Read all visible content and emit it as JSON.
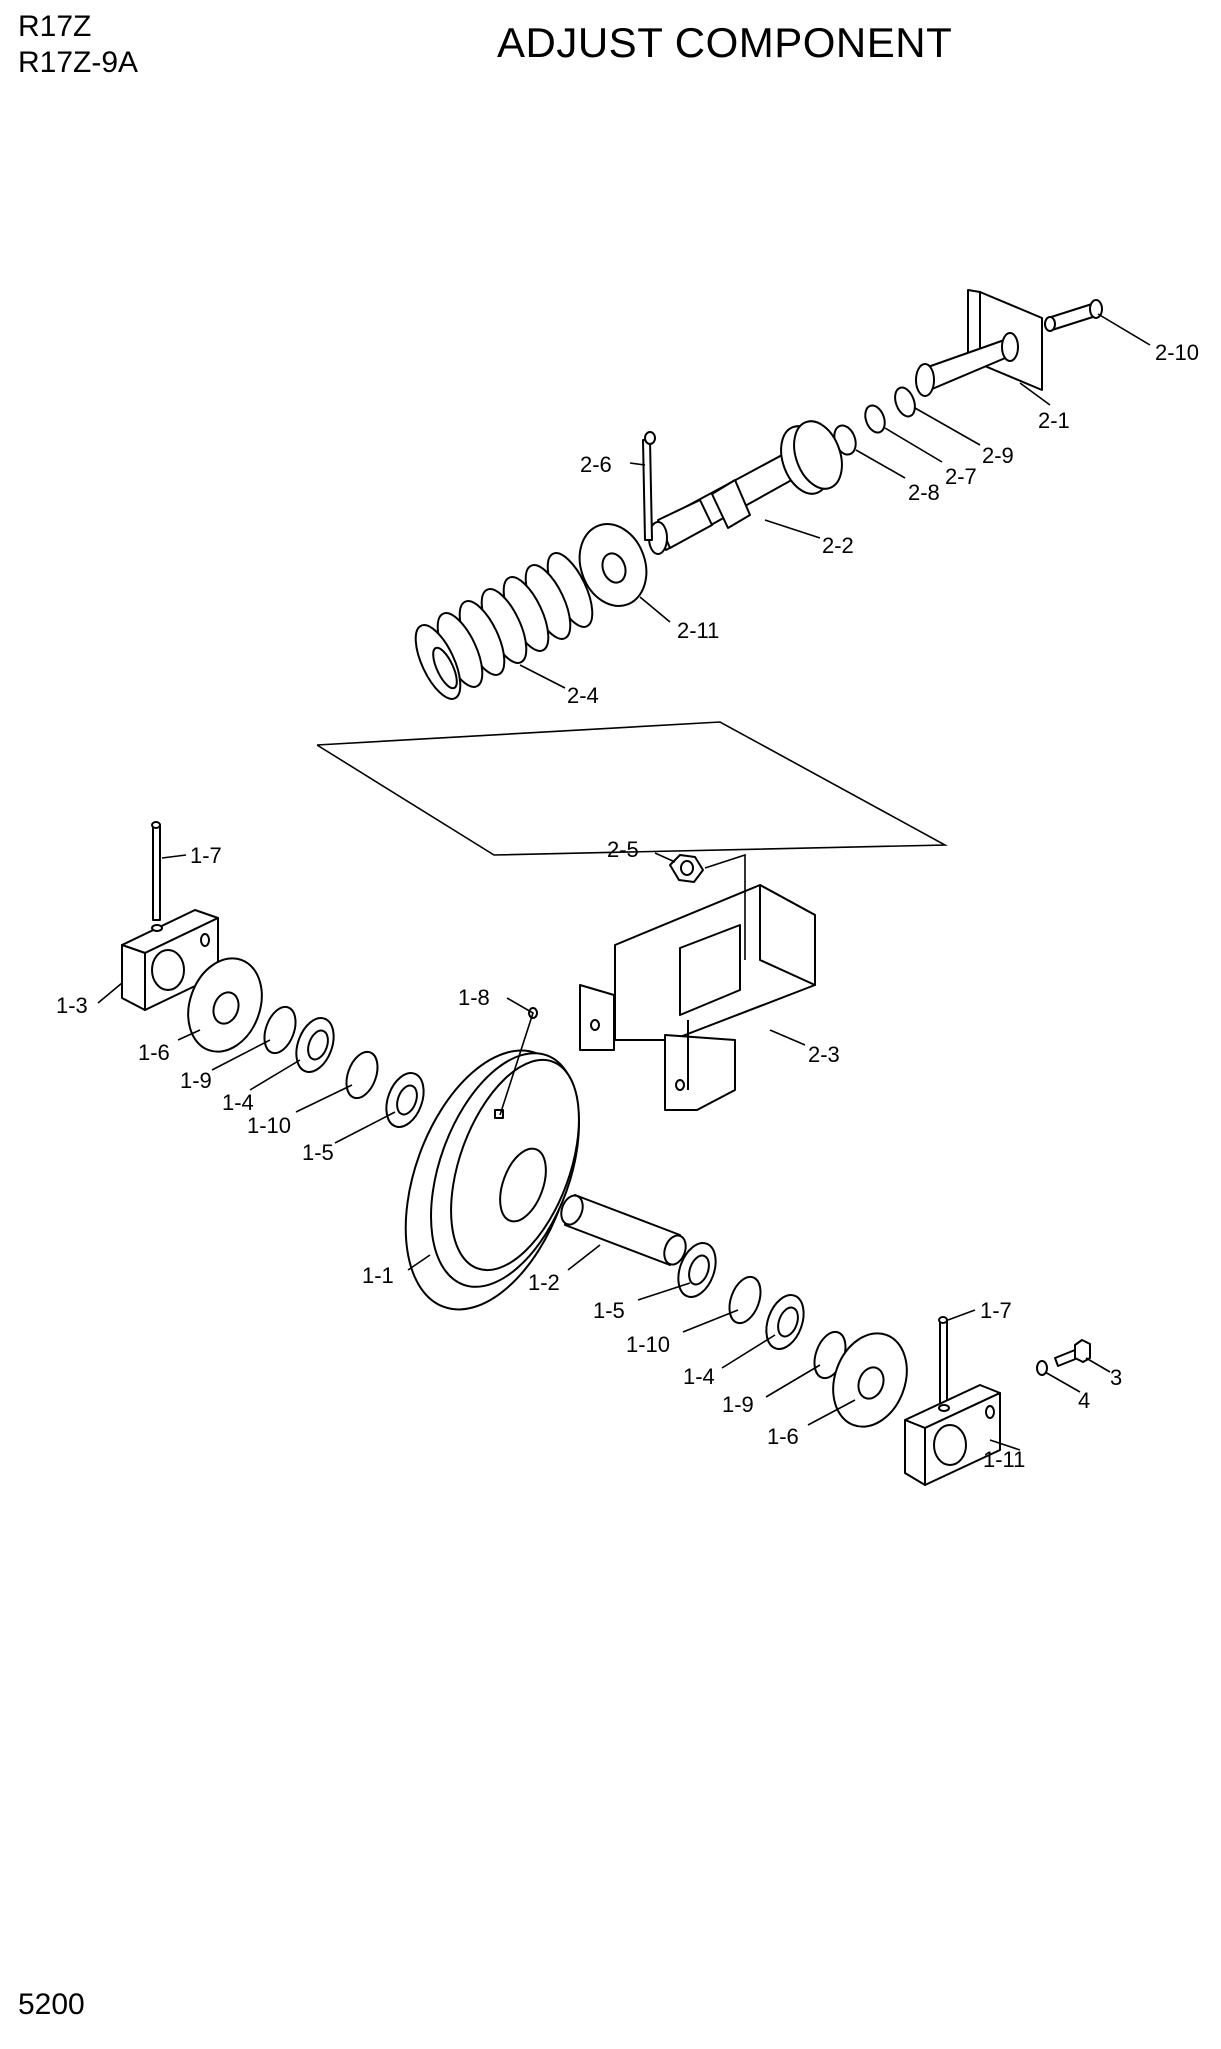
{
  "header": {
    "models": [
      "R17Z",
      "R17Z-9A"
    ],
    "title": "ADJUST COMPONENT"
  },
  "page_number": "5200",
  "callouts": {
    "p2_10": "2-10",
    "p2_1": "2-1",
    "p2_9": "2-9",
    "p2_7": "2-7",
    "p2_8": "2-8",
    "p2_6": "2-6",
    "p2_2": "2-2",
    "p2_11": "2-11",
    "p2_4": "2-4",
    "p2_5": "2-5",
    "p2_3": "2-3",
    "p1_7a": "1-7",
    "p1_3": "1-3",
    "p1_6a": "1-6",
    "p1_9a": "1-9",
    "p1_4a": "1-4",
    "p1_10a": "1-10",
    "p1_5a": "1-5",
    "p1_8": "1-8",
    "p1_1": "1-1",
    "p1_2": "1-2",
    "p1_5b": "1-5",
    "p1_10b": "1-10",
    "p1_4b": "1-4",
    "p1_9b": "1-9",
    "p1_6b": "1-6",
    "p1_7b": "1-7",
    "p3": "3",
    "p4": "4",
    "p1_11": "1-11"
  }
}
